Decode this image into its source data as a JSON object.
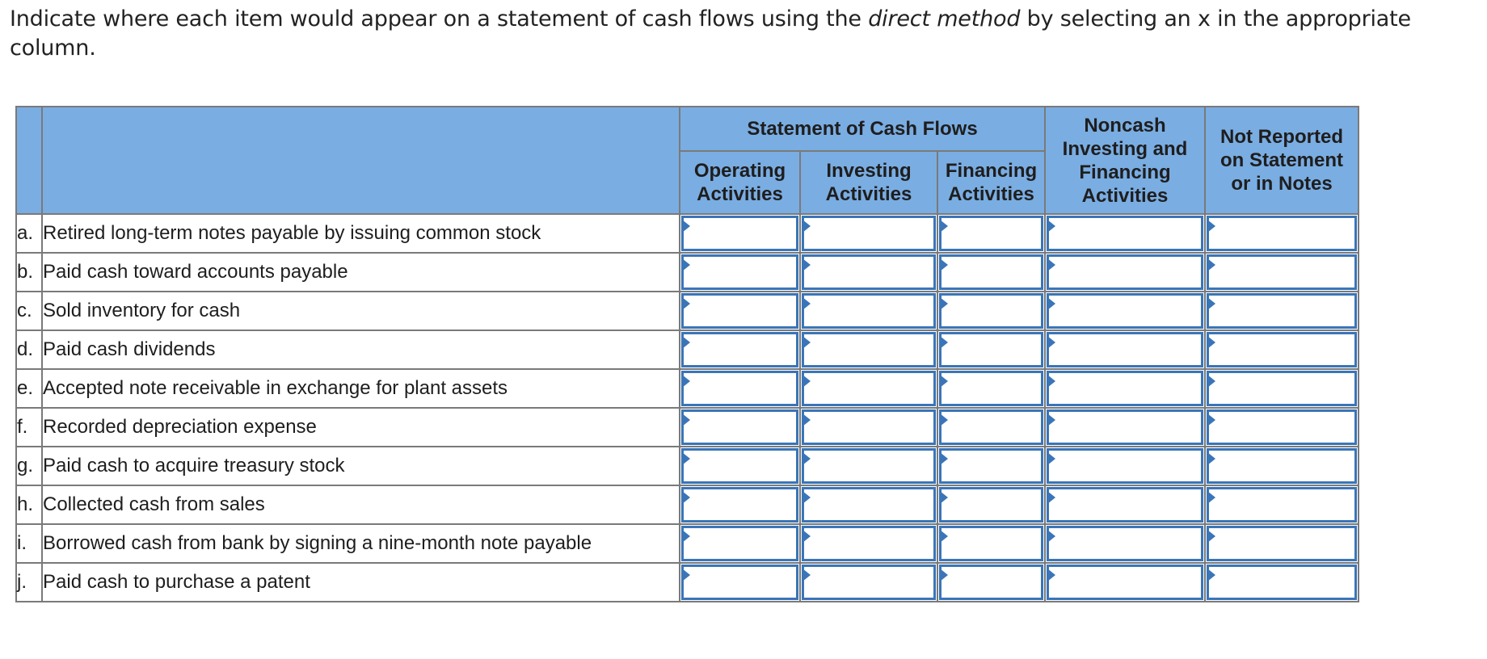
{
  "instructions": {
    "part1": "Indicate where each item would appear on a statement of cash flows using the ",
    "emphasis": "direct method",
    "part2": " by selecting an x in the appropriate column."
  },
  "table": {
    "group_header": "Statement of Cash Flows",
    "columns": [
      {
        "key": "operating",
        "label": "Operating Activities"
      },
      {
        "key": "investing",
        "label": "Investing Activities"
      },
      {
        "key": "financing",
        "label": "Financing Activities"
      },
      {
        "key": "noncash",
        "label": "Noncash Investing and Financing Activities"
      },
      {
        "key": "not_reported",
        "label": "Not Reported on Statement or in Notes"
      }
    ],
    "rows": [
      {
        "letter": "a.",
        "item": "Retired long-term notes payable by issuing common stock",
        "selection": ""
      },
      {
        "letter": "b.",
        "item": "Paid cash toward accounts payable",
        "selection": ""
      },
      {
        "letter": "c.",
        "item": "Sold inventory for cash",
        "selection": ""
      },
      {
        "letter": "d.",
        "item": "Paid cash dividends",
        "selection": ""
      },
      {
        "letter": "e.",
        "item": "Accepted note receivable in exchange for plant assets",
        "selection": ""
      },
      {
        "letter": "f.",
        "item": "Recorded depreciation expense",
        "selection": ""
      },
      {
        "letter": "g.",
        "item": "Paid cash to acquire treasury stock",
        "selection": ""
      },
      {
        "letter": "h.",
        "item": "Collected cash from sales",
        "selection": ""
      },
      {
        "letter": "i.",
        "item": "Borrowed cash from bank by signing a nine-month note payable",
        "selection": ""
      },
      {
        "letter": "j.",
        "item": "Paid cash to purchase a patent",
        "selection": ""
      }
    ]
  },
  "colors": {
    "header_bg": "#7aade2",
    "grid_border": "#7a7a7a",
    "input_border": "#3a75b8"
  }
}
